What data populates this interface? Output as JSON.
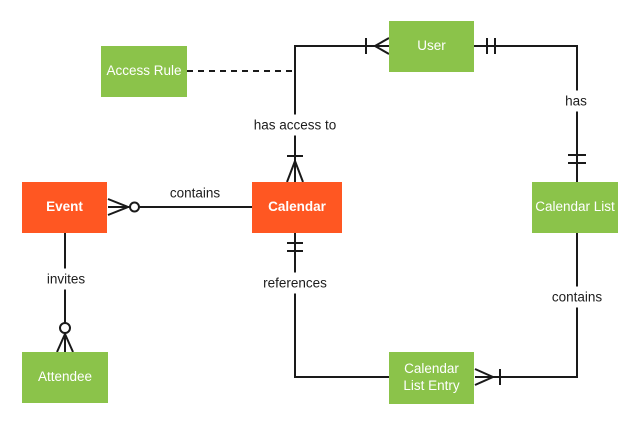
{
  "diagram": {
    "type": "entity-relationship",
    "notation": "crows-foot",
    "colors": {
      "entity_orange": "#ff5722",
      "entity_green": "#8bc34a",
      "line": "#1a1a1a",
      "label_text": "#1c1c1c",
      "entity_text": "#ffffff",
      "background": "#ffffff"
    },
    "entities": {
      "access_rule": {
        "label": "Access Rule",
        "color": "#8bc34a"
      },
      "user": {
        "label": "User",
        "color": "#8bc34a"
      },
      "event": {
        "label": "Event",
        "color": "#ff5722"
      },
      "calendar": {
        "label": "Calendar",
        "color": "#ff5722"
      },
      "calendar_list": {
        "label": "Calendar List",
        "color": "#8bc34a"
      },
      "attendee": {
        "label": "Attendee",
        "color": "#8bc34a"
      },
      "calendar_list_entry": {
        "label": "Calendar List Entry",
        "color": "#8bc34a"
      }
    },
    "relationship_labels": {
      "event_calendar": "contains",
      "calendar_user": "has access to",
      "user_calendar_list": "has",
      "event_attendee": "invites",
      "calendar_entry": "references",
      "list_entry": "contains"
    },
    "relationships": [
      {
        "from": "Event",
        "to": "Calendar",
        "label": "contains",
        "event_end": "zero-or-many",
        "style": "solid"
      },
      {
        "from": "Calendar",
        "to": "User",
        "label": "has access to",
        "calendar_end": "one-or-many",
        "user_end": "one-or-many",
        "style": "solid"
      },
      {
        "from": "User",
        "to": "Calendar List",
        "label": "has",
        "user_end": "exactly-one",
        "calendar_list_end": "exactly-one",
        "style": "solid"
      },
      {
        "from": "Event",
        "to": "Attendee",
        "label": "invites",
        "attendee_end": "zero-or-many",
        "style": "solid"
      },
      {
        "from": "Calendar",
        "to": "Calendar List Entry",
        "label": "references",
        "calendar_end": "exactly-one",
        "style": "solid"
      },
      {
        "from": "Calendar List",
        "to": "Calendar List Entry",
        "label": "contains",
        "entry_end": "one-or-many",
        "style": "solid"
      },
      {
        "from": "Access Rule",
        "to": "calendar-user-link",
        "label": "",
        "style": "dashed"
      }
    ]
  }
}
